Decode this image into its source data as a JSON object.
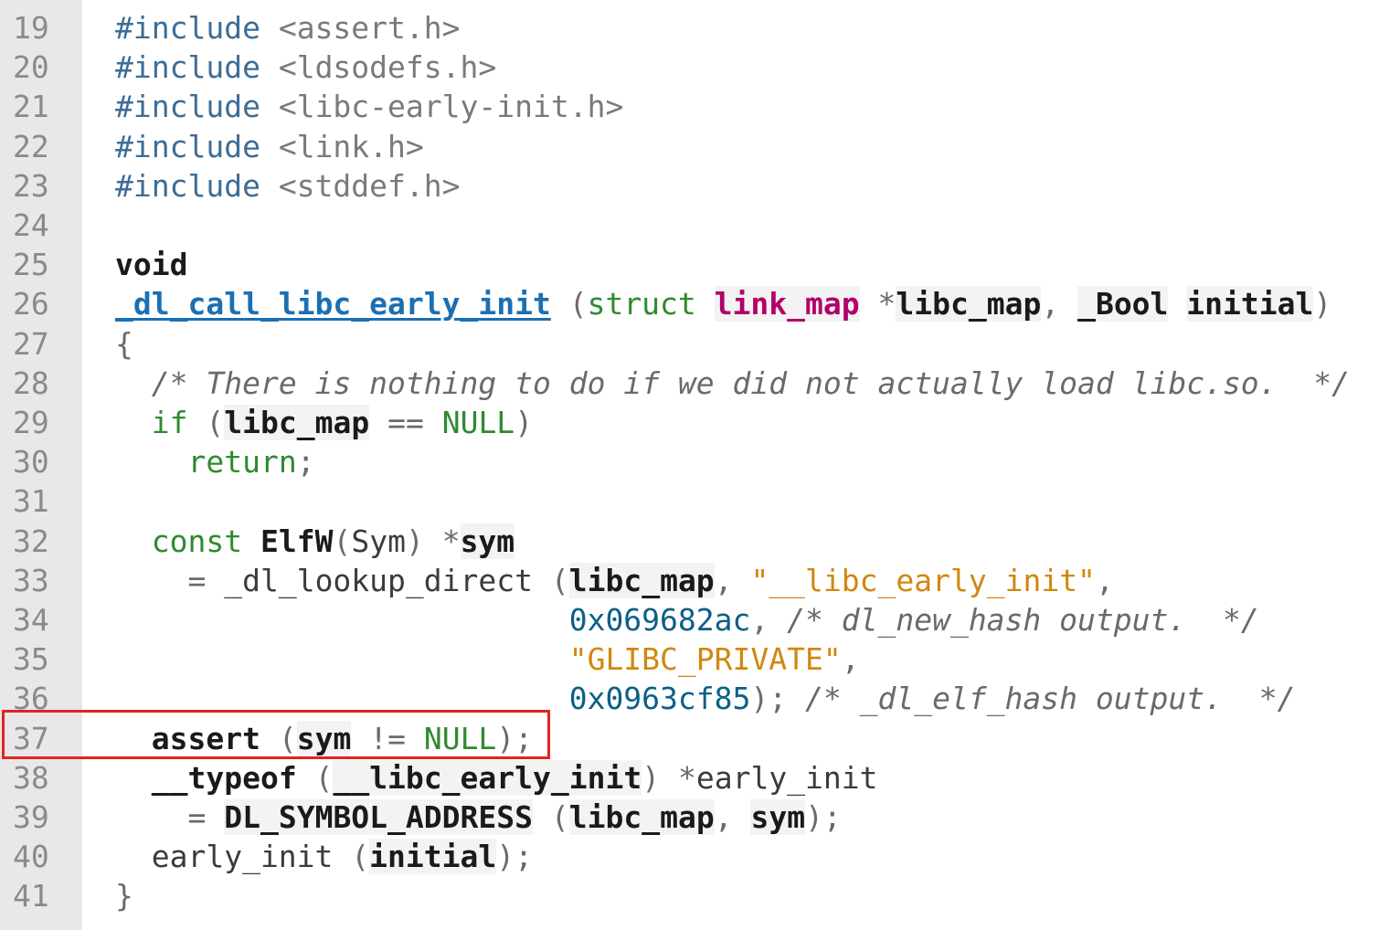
{
  "code_view": {
    "lines": [
      {
        "n": "19",
        "tokens": [
          [
            "pp",
            "#include"
          ],
          [
            "pl",
            " "
          ],
          [
            "inc",
            "<assert.h>"
          ]
        ]
      },
      {
        "n": "20",
        "tokens": [
          [
            "pp",
            "#include"
          ],
          [
            "pl",
            " "
          ],
          [
            "inc",
            "<ldsodefs.h>"
          ]
        ]
      },
      {
        "n": "21",
        "tokens": [
          [
            "pp",
            "#include"
          ],
          [
            "pl",
            " "
          ],
          [
            "inc",
            "<libc-early-init.h>"
          ]
        ]
      },
      {
        "n": "22",
        "tokens": [
          [
            "pp",
            "#include"
          ],
          [
            "pl",
            " "
          ],
          [
            "inc",
            "<link.h>"
          ]
        ]
      },
      {
        "n": "23",
        "tokens": [
          [
            "pp",
            "#include"
          ],
          [
            "pl",
            " "
          ],
          [
            "inc",
            "<stddef.h>"
          ]
        ]
      },
      {
        "n": "24",
        "tokens": []
      },
      {
        "n": "25",
        "tokens": [
          [
            "kw",
            "void"
          ]
        ]
      },
      {
        "n": "26",
        "tokens": [
          [
            "fn",
            "_dl_call_libc_early_init"
          ],
          [
            "pl",
            " "
          ],
          [
            "op",
            "("
          ],
          [
            "ty",
            "struct"
          ],
          [
            "pl",
            " "
          ],
          [
            "tyb",
            "link_map"
          ],
          [
            "pl",
            " "
          ],
          [
            "op",
            "*"
          ],
          [
            "id",
            "libc_map"
          ],
          [
            "op",
            ","
          ],
          [
            "pl",
            " "
          ],
          [
            "id",
            "_Bool"
          ],
          [
            "pl",
            " "
          ],
          [
            "id",
            "initial"
          ],
          [
            "op",
            ")"
          ]
        ]
      },
      {
        "n": "27",
        "tokens": [
          [
            "op",
            "{"
          ]
        ]
      },
      {
        "n": "28",
        "tokens": [
          [
            "pl",
            "  "
          ],
          [
            "cm",
            "/* There is nothing to do if we did not actually load libc.so.  */"
          ]
        ]
      },
      {
        "n": "29",
        "tokens": [
          [
            "pl",
            "  "
          ],
          [
            "cf",
            "if"
          ],
          [
            "pl",
            " "
          ],
          [
            "op",
            "("
          ],
          [
            "id",
            "libc_map"
          ],
          [
            "pl",
            " "
          ],
          [
            "op",
            "=="
          ],
          [
            "pl",
            " "
          ],
          [
            "null",
            "NULL"
          ],
          [
            "op",
            ")"
          ]
        ]
      },
      {
        "n": "30",
        "tokens": [
          [
            "pl",
            "    "
          ],
          [
            "cf",
            "return"
          ],
          [
            "op",
            ";"
          ]
        ]
      },
      {
        "n": "31",
        "tokens": []
      },
      {
        "n": "32",
        "tokens": [
          [
            "pl",
            "  "
          ],
          [
            "cf",
            "const"
          ],
          [
            "pl",
            " "
          ],
          [
            "kw",
            "ElfW"
          ],
          [
            "op",
            "("
          ],
          [
            "pl",
            "Sym"
          ],
          [
            "op",
            ")"
          ],
          [
            "pl",
            " "
          ],
          [
            "op",
            "*"
          ],
          [
            "id",
            "sym"
          ]
        ]
      },
      {
        "n": "33",
        "tokens": [
          [
            "pl",
            "    "
          ],
          [
            "op",
            "="
          ],
          [
            "pl",
            " _dl_lookup_direct "
          ],
          [
            "op",
            "("
          ],
          [
            "id",
            "libc_map"
          ],
          [
            "op",
            ","
          ],
          [
            "pl",
            " "
          ],
          [
            "str",
            "\"__libc_early_init\""
          ],
          [
            "op",
            ","
          ]
        ]
      },
      {
        "n": "34",
        "tokens": [
          [
            "pl",
            "                         "
          ],
          [
            "num",
            "0x069682ac"
          ],
          [
            "op",
            ","
          ],
          [
            "pl",
            " "
          ],
          [
            "cm",
            "/* dl_new_hash output.  */"
          ]
        ]
      },
      {
        "n": "35",
        "tokens": [
          [
            "pl",
            "                         "
          ],
          [
            "str",
            "\"GLIBC_PRIVATE\""
          ],
          [
            "op",
            ","
          ]
        ]
      },
      {
        "n": "36",
        "tokens": [
          [
            "pl",
            "                         "
          ],
          [
            "num",
            "0x0963cf85"
          ],
          [
            "op",
            ");"
          ],
          [
            "pl",
            " "
          ],
          [
            "cm",
            "/* _dl_elf_hash output.  */"
          ]
        ]
      },
      {
        "n": "37",
        "tokens": [
          [
            "pl",
            "  "
          ],
          [
            "kw",
            "assert"
          ],
          [
            "pl",
            " "
          ],
          [
            "op",
            "("
          ],
          [
            "id",
            "sym"
          ],
          [
            "pl",
            " "
          ],
          [
            "op",
            "!="
          ],
          [
            "pl",
            " "
          ],
          [
            "null",
            "NULL"
          ],
          [
            "op",
            ");"
          ]
        ]
      },
      {
        "n": "38",
        "tokens": [
          [
            "pl",
            "  "
          ],
          [
            "kw",
            "__typeof"
          ],
          [
            "pl",
            " "
          ],
          [
            "op",
            "("
          ],
          [
            "id",
            "__libc_early_init"
          ],
          [
            "op",
            ")"
          ],
          [
            "pl",
            " "
          ],
          [
            "op",
            "*"
          ],
          [
            "pl",
            "early_init"
          ]
        ]
      },
      {
        "n": "39",
        "tokens": [
          [
            "pl",
            "    "
          ],
          [
            "op",
            "="
          ],
          [
            "pl",
            " "
          ],
          [
            "mac",
            "DL_SYMBOL_ADDRESS"
          ],
          [
            "pl",
            " "
          ],
          [
            "op",
            "("
          ],
          [
            "id",
            "libc_map"
          ],
          [
            "op",
            ","
          ],
          [
            "pl",
            " "
          ],
          [
            "id",
            "sym"
          ],
          [
            "op",
            ");"
          ]
        ]
      },
      {
        "n": "40",
        "tokens": [
          [
            "pl",
            "  early_init "
          ],
          [
            "op",
            "("
          ],
          [
            "id",
            "initial"
          ],
          [
            "op",
            ");"
          ]
        ]
      },
      {
        "n": "41",
        "tokens": [
          [
            "op",
            "}"
          ]
        ]
      }
    ]
  },
  "highlight": {
    "line": "37",
    "color": "#e0241f"
  },
  "colors": {
    "gutter_bg": "#e8e8e8",
    "line_number": "#8a8a8a",
    "preprocessor": "#3c6d97",
    "string": "#d1870f",
    "number": "#0b5f86",
    "function_name": "#1b6fb3",
    "type_bold": "#b3006a",
    "control": "#2f8a2f",
    "comment": "#6a6a6a"
  }
}
